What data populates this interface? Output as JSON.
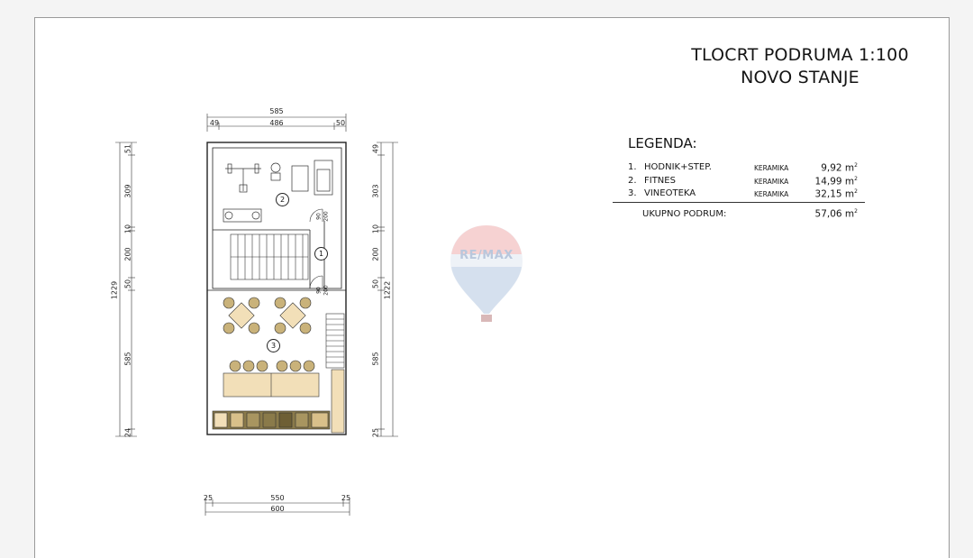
{
  "title": {
    "line1": "TLOCRT PODRUMA 1:100",
    "line2": "NOVO STANJE"
  },
  "legend": {
    "heading": "LEGENDA:",
    "rows": [
      {
        "num": "1.",
        "name": "HODNIK+STEP.",
        "material": "KERAMIKA",
        "area": "9,92 m",
        "unit_exp": "2"
      },
      {
        "num": "2.",
        "name": "FITNES",
        "material": "KERAMIKA",
        "area": "14,99 m",
        "unit_exp": "2"
      },
      {
        "num": "3.",
        "name": "VINEOTEKA",
        "material": "KERAMIKA",
        "area": "32,15 m",
        "unit_exp": "2"
      }
    ],
    "total_label": "UKUPNO PODRUM:",
    "total_area": "57,06 m",
    "total_exp": "2"
  },
  "watermark": {
    "text": "RE/MAX"
  },
  "rooms": {
    "r1": "1",
    "r2": "2",
    "r3": "3"
  },
  "dims": {
    "top_total": "585",
    "top_left": "49",
    "top_mid": "486",
    "top_right": "50",
    "bottom_left": "25",
    "bottom_mid": "550",
    "bottom_right": "25",
    "bottom_total": "600",
    "left_total": "1229",
    "left_1": "51",
    "left_2": "309",
    "left_3": "10",
    "left_4": "200",
    "left_5": "50",
    "left_6": "585",
    "left_7": "24",
    "right_total": "1222",
    "right_1": "49",
    "right_2": "303",
    "right_3": "10",
    "right_4": "200",
    "right_5": "50",
    "right_6": "585",
    "right_7": "25",
    "door_1": "90",
    "door_2": "200",
    "door_3": "90",
    "door_4": "200"
  },
  "colors": {
    "furniture_fill": "#f2dfb8",
    "chair_fill": "#c9b27a",
    "wine_fill": "#8a7a4a",
    "wall": "#222222",
    "watermark_red": "#e8a7a7",
    "watermark_blue": "#b9c7dc"
  }
}
